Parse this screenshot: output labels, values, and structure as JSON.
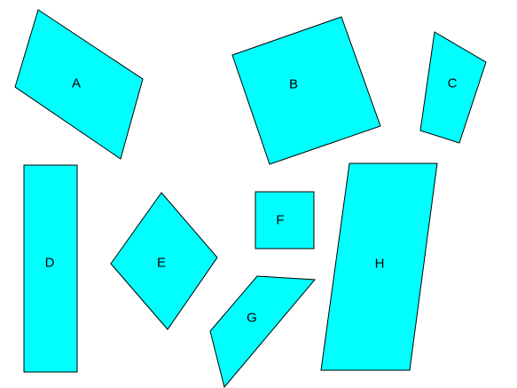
{
  "colors": {
    "fill": "#00ffff",
    "stroke": "#000000",
    "background": "#ffffff"
  },
  "shapes": [
    {
      "label": "A"
    },
    {
      "label": "B"
    },
    {
      "label": "C"
    },
    {
      "label": "D"
    },
    {
      "label": "E"
    },
    {
      "label": "F"
    },
    {
      "label": "G"
    },
    {
      "label": "H"
    }
  ]
}
